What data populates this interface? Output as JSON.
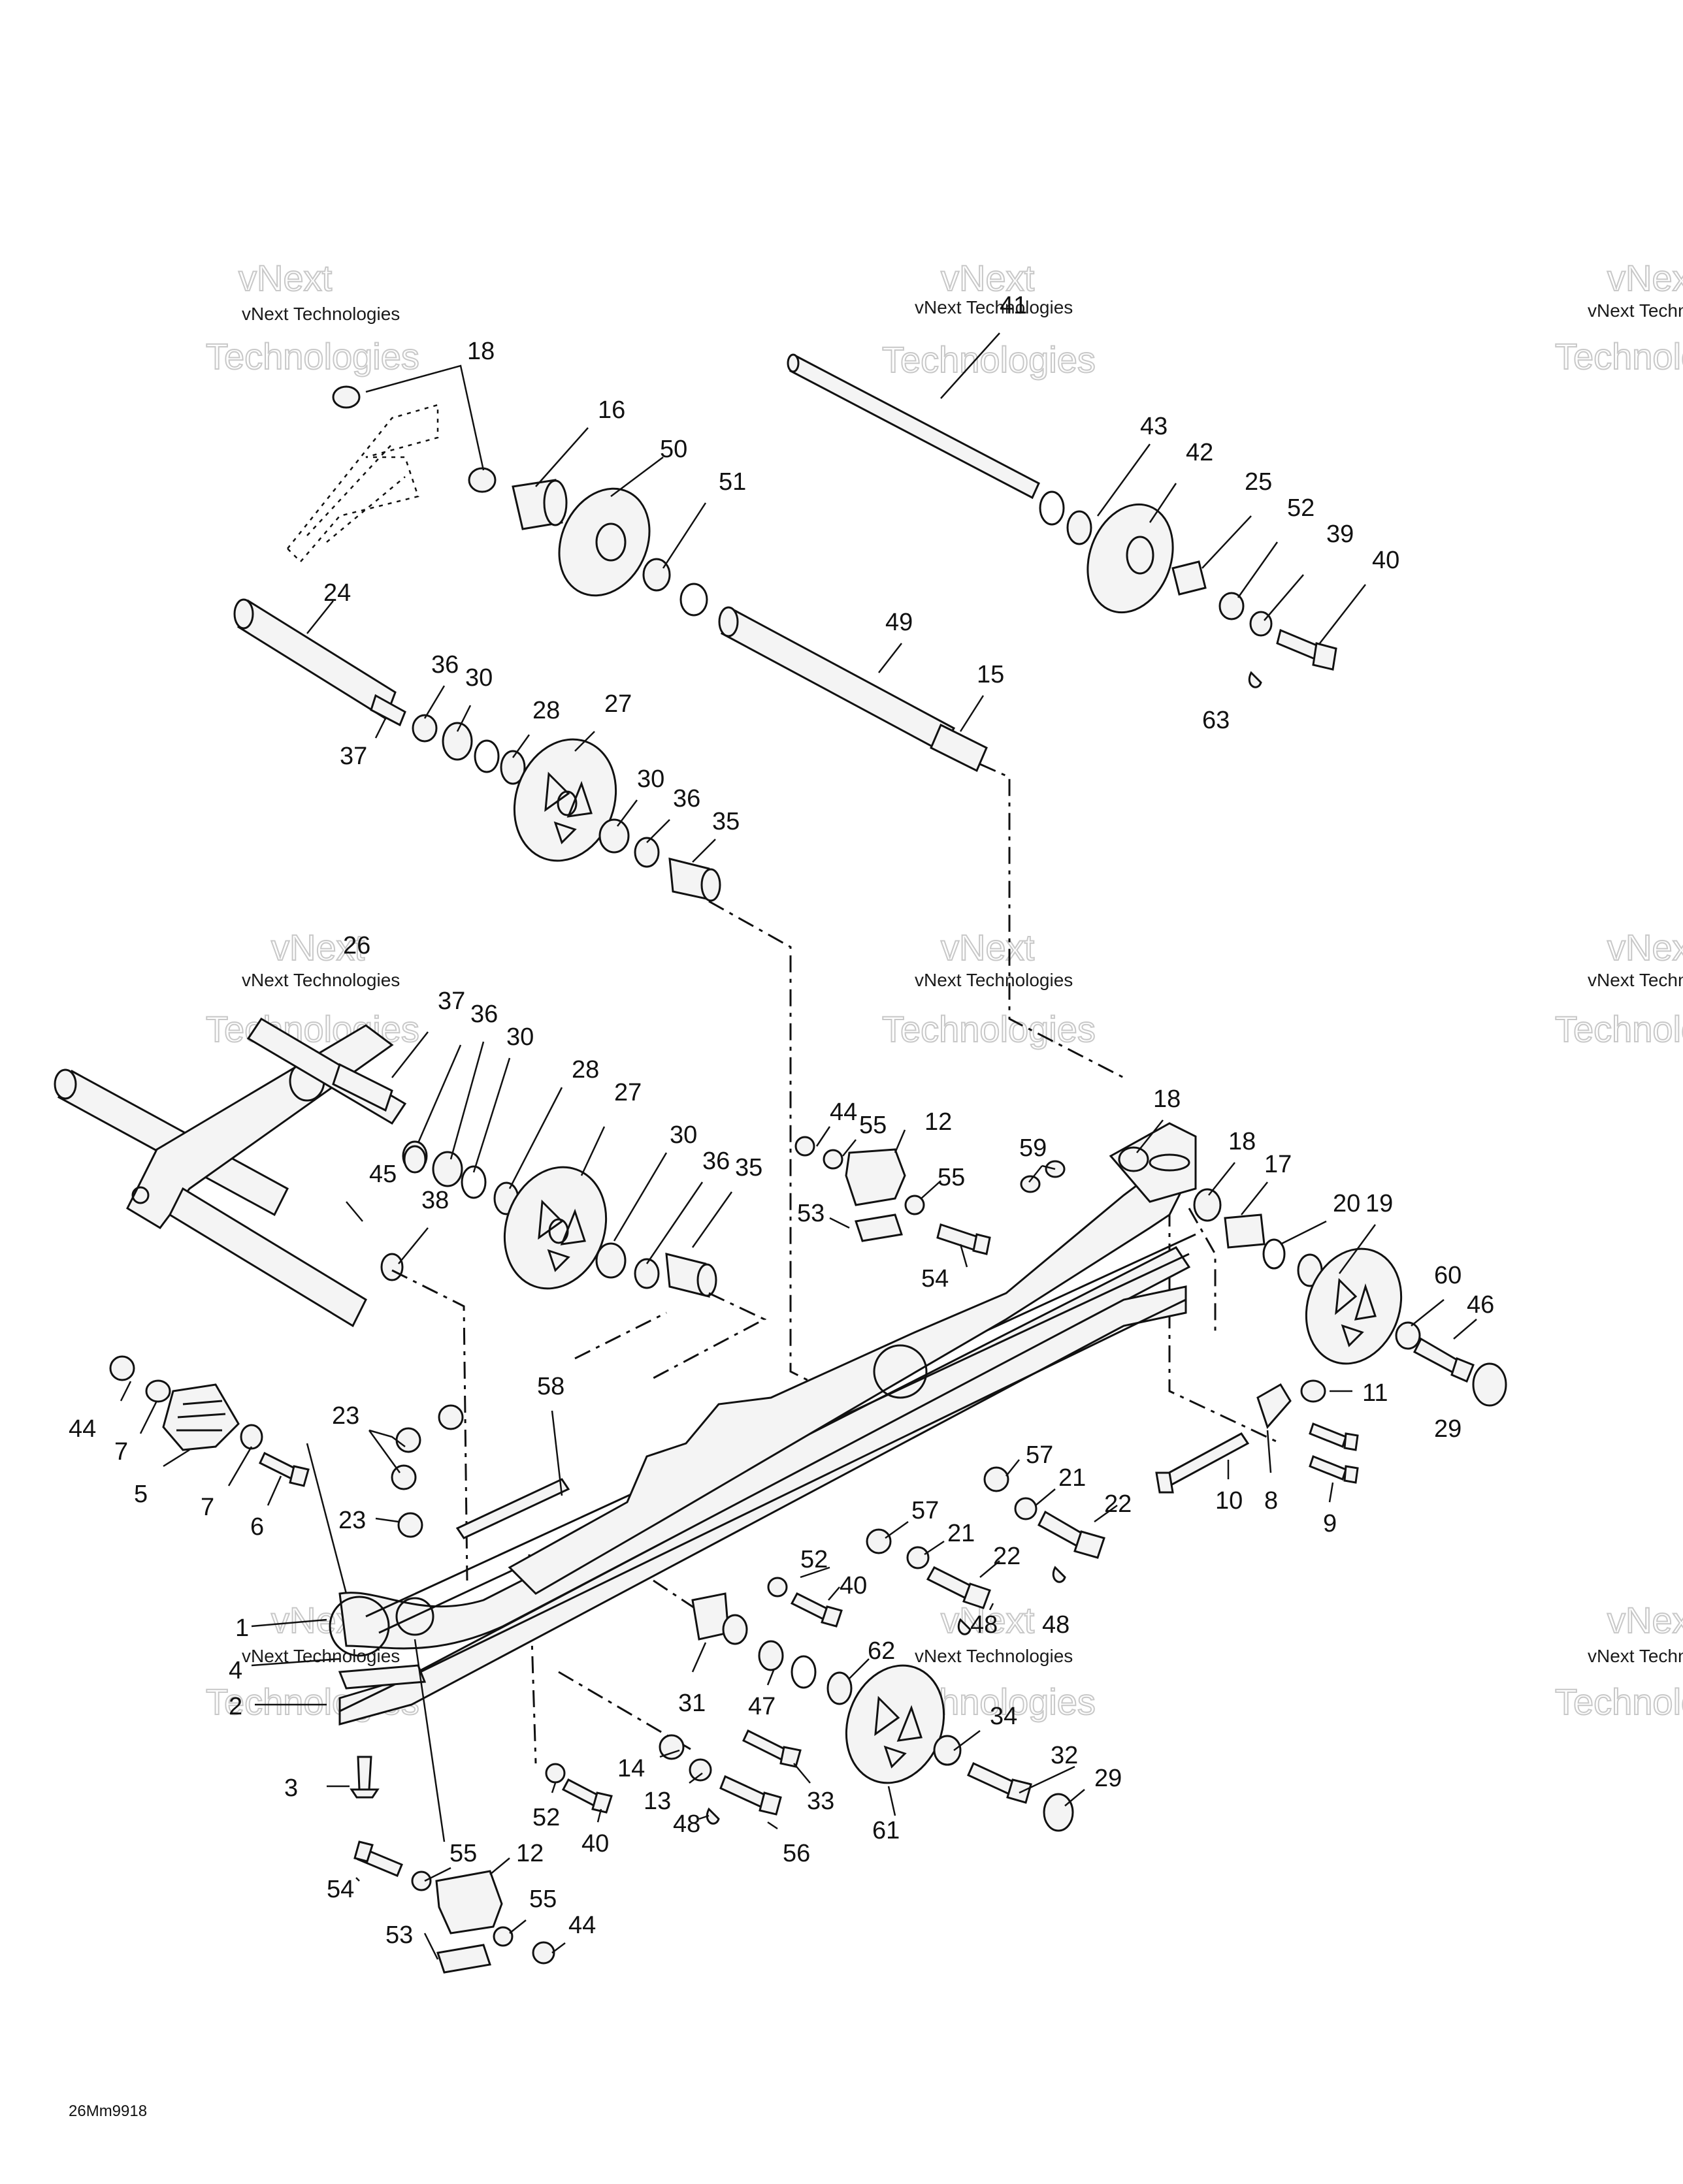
{
  "diagram": {
    "code": "26Mm9918",
    "watermark": {
      "line1": "vNext Technologies",
      "line2": "Technologies",
      "line3": "vNext"
    },
    "callouts": [
      {
        "id": "c18a",
        "text": "18"
      },
      {
        "id": "c16",
        "text": "16"
      },
      {
        "id": "c50",
        "text": "50"
      },
      {
        "id": "c51",
        "text": "51"
      },
      {
        "id": "c41",
        "text": "41"
      },
      {
        "id": "c43",
        "text": "43"
      },
      {
        "id": "c42",
        "text": "42"
      },
      {
        "id": "c25",
        "text": "25"
      },
      {
        "id": "c52a",
        "text": "52"
      },
      {
        "id": "c39",
        "text": "39"
      },
      {
        "id": "c40a",
        "text": "40"
      },
      {
        "id": "c63",
        "text": "63"
      },
      {
        "id": "c24",
        "text": "24"
      },
      {
        "id": "c36a",
        "text": "36"
      },
      {
        "id": "c30a",
        "text": "30"
      },
      {
        "id": "c28a",
        "text": "28"
      },
      {
        "id": "c27a",
        "text": "27"
      },
      {
        "id": "c37a",
        "text": "37"
      },
      {
        "id": "c30b",
        "text": "30"
      },
      {
        "id": "c36b",
        "text": "36"
      },
      {
        "id": "c35a",
        "text": "35"
      },
      {
        "id": "c49",
        "text": "49"
      },
      {
        "id": "c15",
        "text": "15"
      },
      {
        "id": "c26",
        "text": "26"
      },
      {
        "id": "c37b",
        "text": "37"
      },
      {
        "id": "c36c",
        "text": "36"
      },
      {
        "id": "c30c",
        "text": "30"
      },
      {
        "id": "c28b",
        "text": "28"
      },
      {
        "id": "c27b",
        "text": "27"
      },
      {
        "id": "c30d",
        "text": "30"
      },
      {
        "id": "c36d",
        "text": "36"
      },
      {
        "id": "c35b",
        "text": "35"
      },
      {
        "id": "c45",
        "text": "45"
      },
      {
        "id": "c38",
        "text": "38"
      },
      {
        "id": "c44a",
        "text": "44"
      },
      {
        "id": "c55a",
        "text": "55"
      },
      {
        "id": "c12a",
        "text": "12"
      },
      {
        "id": "c55b",
        "text": "55"
      },
      {
        "id": "c53a",
        "text": "53"
      },
      {
        "id": "c54a",
        "text": "54"
      },
      {
        "id": "c59",
        "text": "59"
      },
      {
        "id": "c18b",
        "text": "18"
      },
      {
        "id": "c18c",
        "text": "18"
      },
      {
        "id": "c17",
        "text": "17"
      },
      {
        "id": "c20",
        "text": "20"
      },
      {
        "id": "c19",
        "text": "19"
      },
      {
        "id": "c60",
        "text": "60"
      },
      {
        "id": "c46",
        "text": "46"
      },
      {
        "id": "c29a",
        "text": "29"
      },
      {
        "id": "c11",
        "text": "11"
      },
      {
        "id": "c10",
        "text": "10"
      },
      {
        "id": "c8",
        "text": "8"
      },
      {
        "id": "c9",
        "text": "9"
      },
      {
        "id": "c44b",
        "text": "44"
      },
      {
        "id": "c7a",
        "text": "7"
      },
      {
        "id": "c5",
        "text": "5"
      },
      {
        "id": "c7b",
        "text": "7"
      },
      {
        "id": "c6",
        "text": "6"
      },
      {
        "id": "c23a",
        "text": "23"
      },
      {
        "id": "c23b",
        "text": "23"
      },
      {
        "id": "c58",
        "text": "58"
      },
      {
        "id": "c57a",
        "text": "57"
      },
      {
        "id": "c21a",
        "text": "21"
      },
      {
        "id": "c22a",
        "text": "22"
      },
      {
        "id": "c57b",
        "text": "57"
      },
      {
        "id": "c21b",
        "text": "21"
      },
      {
        "id": "c22b",
        "text": "22"
      },
      {
        "id": "c48a",
        "text": "48"
      },
      {
        "id": "c48b",
        "text": "48"
      },
      {
        "id": "c52b",
        "text": "52"
      },
      {
        "id": "c40b",
        "text": "40"
      },
      {
        "id": "c1",
        "text": "1"
      },
      {
        "id": "c4",
        "text": "4"
      },
      {
        "id": "c2",
        "text": "2"
      },
      {
        "id": "c31",
        "text": "31"
      },
      {
        "id": "c47",
        "text": "47"
      },
      {
        "id": "c62",
        "text": "62"
      },
      {
        "id": "c3",
        "text": "3"
      },
      {
        "id": "c14",
        "text": "14"
      },
      {
        "id": "c13",
        "text": "13"
      },
      {
        "id": "c48c",
        "text": "48"
      },
      {
        "id": "c33",
        "text": "33"
      },
      {
        "id": "c56",
        "text": "56"
      },
      {
        "id": "c61",
        "text": "61"
      },
      {
        "id": "c34",
        "text": "34"
      },
      {
        "id": "c32",
        "text": "32"
      },
      {
        "id": "c29b",
        "text": "29"
      },
      {
        "id": "c52c",
        "text": "52"
      },
      {
        "id": "c40c",
        "text": "40"
      },
      {
        "id": "c54b",
        "text": "54"
      },
      {
        "id": "c55c",
        "text": "55"
      },
      {
        "id": "c12b",
        "text": "12"
      },
      {
        "id": "c55d",
        "text": "55"
      },
      {
        "id": "c44c",
        "text": "44"
      },
      {
        "id": "c53b",
        "text": "53"
      }
    ]
  }
}
